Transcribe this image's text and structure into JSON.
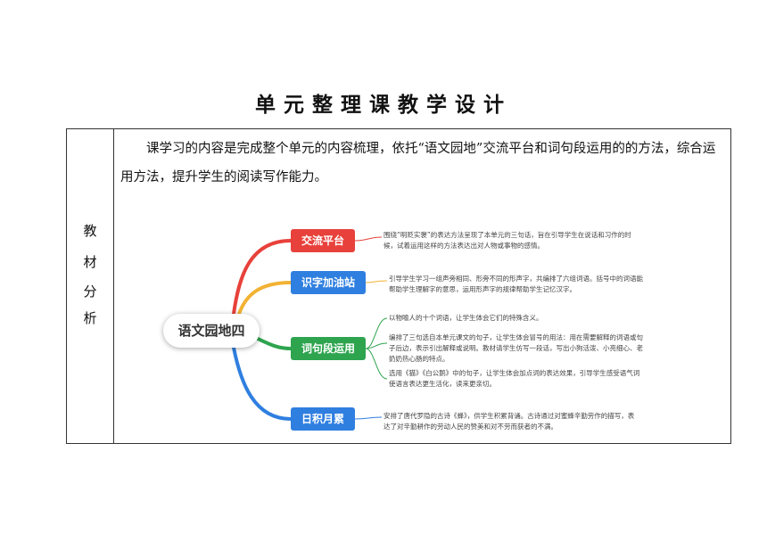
{
  "doc": {
    "title": "单元整理课教学设计",
    "section_label": [
      "教",
      "材",
      "分",
      "析"
    ],
    "paragraph": "课学习的内容是完成整个单元的内容梳理，依托“语文园地”交流平台和词句段运用的的方法，综合运用方法，提升学生的阅读写作能力。"
  },
  "mindmap": {
    "center": "语文园地四",
    "branches": [
      {
        "label": "交流平台",
        "color": "#e8413b",
        "desc": [
          "围绕“明贬实褒”的表达方法呈现了本单元的三句话，旨在引导学生在说话和习作的时",
          "候，试着运用这样的方法表达出对人物或事物的感情。"
        ]
      },
      {
        "label": "识字加油站",
        "color": "#2f7fe0",
        "desc": [
          "引导学生学习一组声旁相同、形旁不同的形声字，共编排了六组词语。括号中的词语能",
          "帮助学生理解字的意思，运用形声字的规律帮助学生记忆汉字。"
        ]
      },
      {
        "label": "词句段运用",
        "color": "#2ea44f",
        "desc1": [
          "以物喻人的十个词语，让学生体会它们的特殊含义。"
        ],
        "desc2": [
          "编排了三句选自本单元课文的句子，让学生体会冒号的用法：用在需要解释的词语或句",
          "子后边，表示引出解释或说明。教材请学生仿写一段话，写出小狗活泼、小亮细心、老",
          "奶奶热心肠的特点。"
        ],
        "desc3": [
          "选用《猫》《白公鹅》中的句子，让学生体会加点词的表达效果，引导学生感受语气词",
          "使语言表达更生活化，读来更亲切。"
        ]
      },
      {
        "label": "日积月累",
        "color": "#2f7fe0",
        "desc": [
          "安排了唐代罗隐的古诗《蜂》，供学生积累背诵。古诗通过对蜜蜂辛勤劳作的描写，表",
          "达了对辛勤耕作的劳动人民的赞美和对不劳而获者的不满。"
        ]
      }
    ]
  }
}
